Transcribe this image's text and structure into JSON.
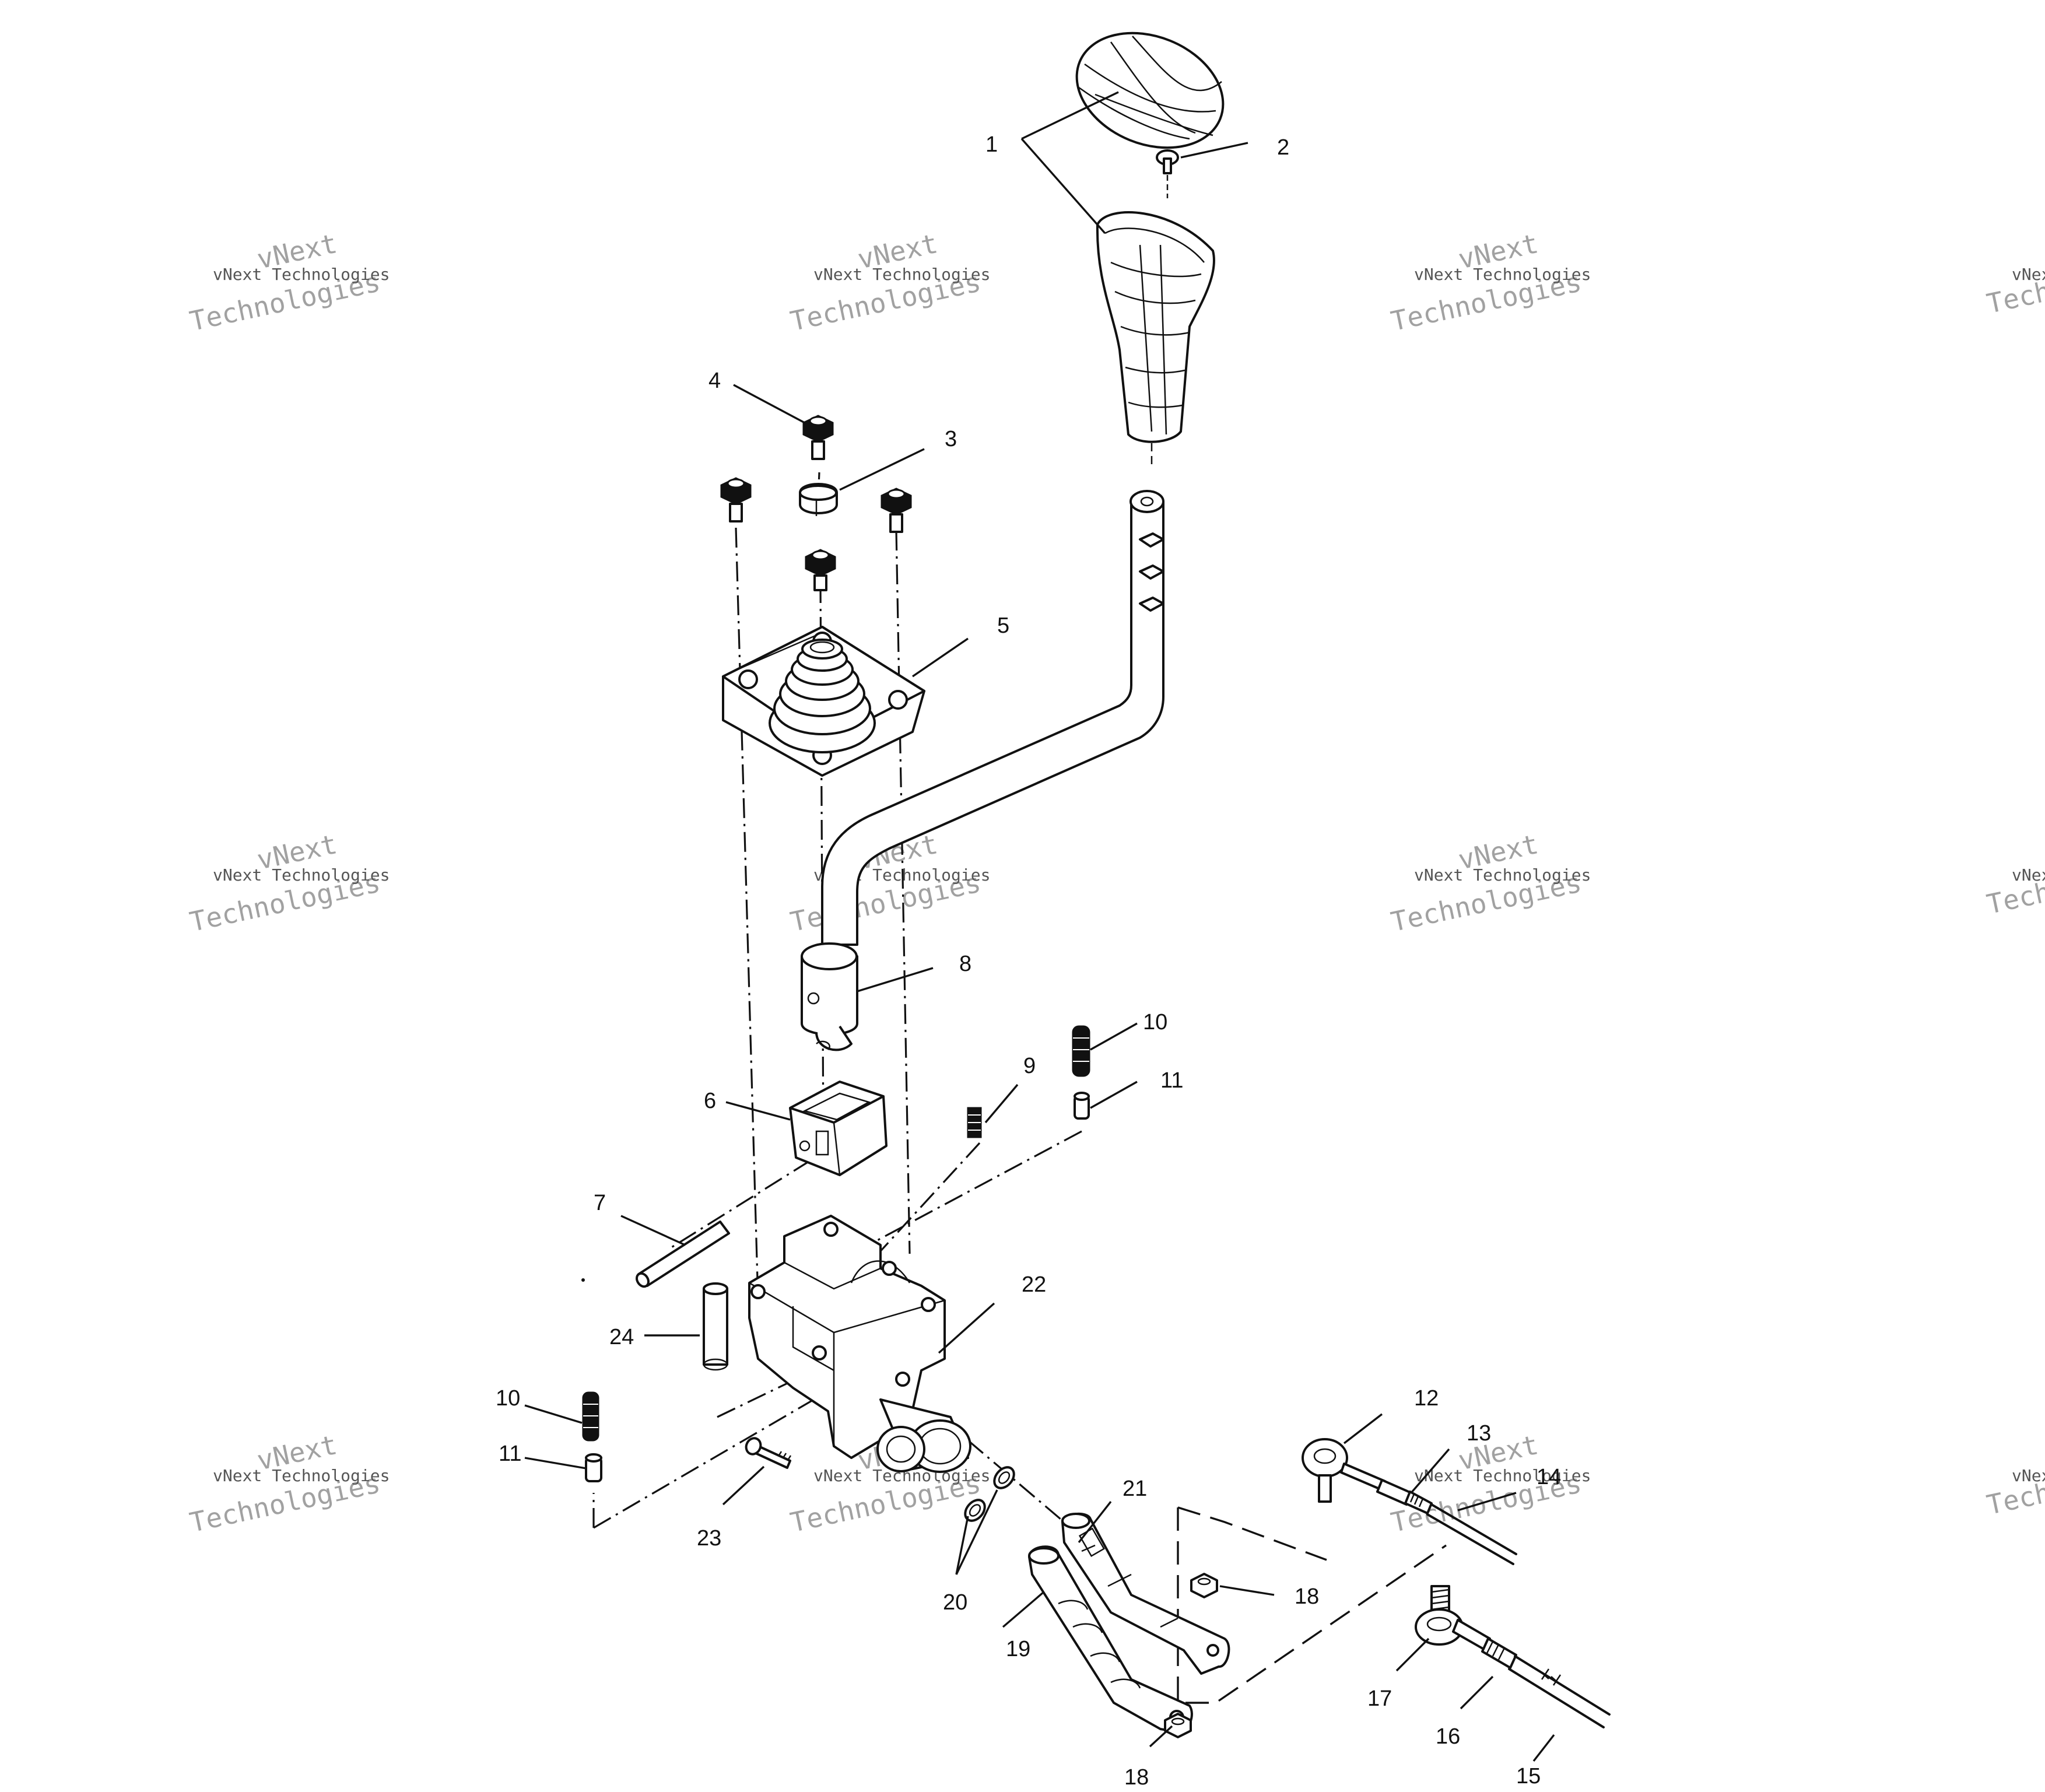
{
  "diagram": {
    "callouts": [
      {
        "id": "c1",
        "text": "1"
      },
      {
        "id": "c2",
        "text": "2"
      },
      {
        "id": "c3",
        "text": "3"
      },
      {
        "id": "c4",
        "text": "4"
      },
      {
        "id": "c5",
        "text": "5"
      },
      {
        "id": "c6",
        "text": "6"
      },
      {
        "id": "c7",
        "text": "7"
      },
      {
        "id": "c8",
        "text": "8"
      },
      {
        "id": "c9",
        "text": "9"
      },
      {
        "id": "c10a",
        "text": "10"
      },
      {
        "id": "c10b",
        "text": "10"
      },
      {
        "id": "c11a",
        "text": "11"
      },
      {
        "id": "c11b",
        "text": "11"
      },
      {
        "id": "c12",
        "text": "12"
      },
      {
        "id": "c13",
        "text": "13"
      },
      {
        "id": "c14",
        "text": "14"
      },
      {
        "id": "c15",
        "text": "15"
      },
      {
        "id": "c16",
        "text": "16"
      },
      {
        "id": "c17",
        "text": "17"
      },
      {
        "id": "c18a",
        "text": "18"
      },
      {
        "id": "c18b",
        "text": "18"
      },
      {
        "id": "c19",
        "text": "19"
      },
      {
        "id": "c20",
        "text": "20"
      },
      {
        "id": "c21",
        "text": "21"
      },
      {
        "id": "c22",
        "text": "22"
      },
      {
        "id": "c23",
        "text": "23"
      },
      {
        "id": "c24",
        "text": "24"
      }
    ]
  },
  "watermark": {
    "line_small": "vNext Technologies",
    "line_large_1": "vNext",
    "line_large_2": "Technologies"
  }
}
